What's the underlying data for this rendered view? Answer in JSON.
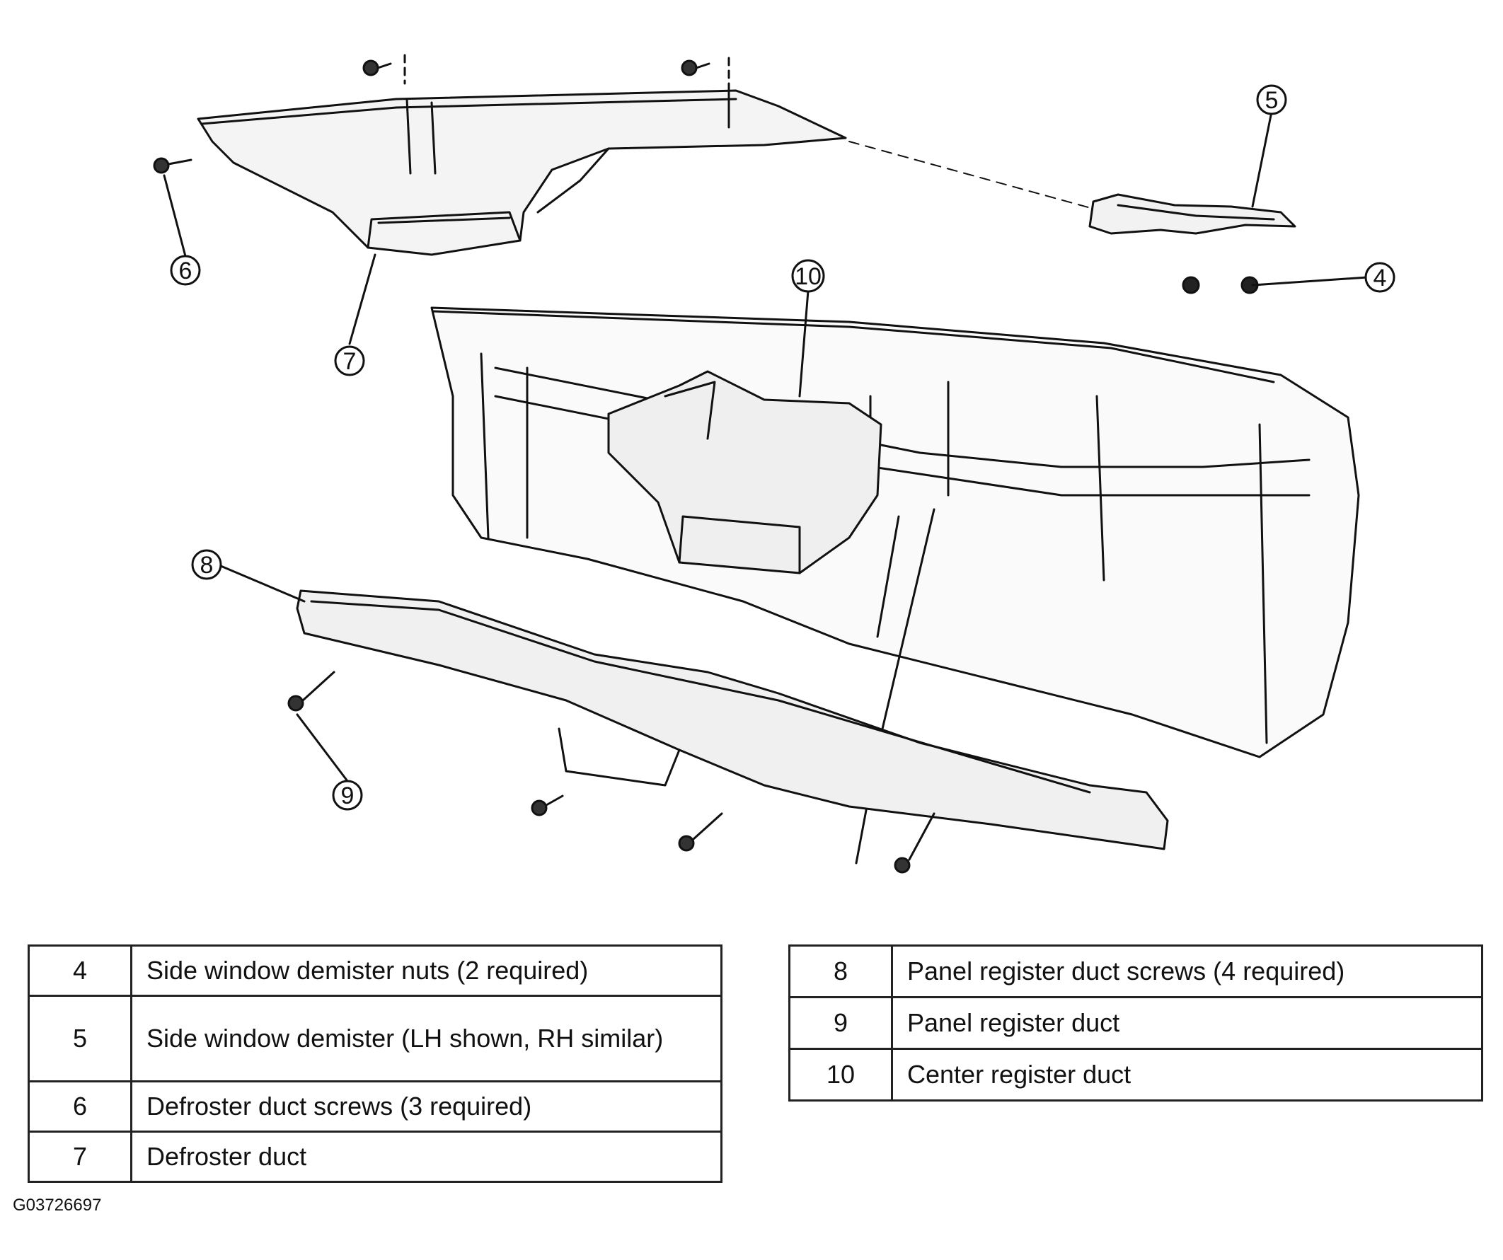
{
  "callouts": {
    "c4": "4",
    "c5": "5",
    "c6": "6",
    "c7": "7",
    "c8": "8",
    "c9": "9",
    "c10": "10"
  },
  "legend_left": [
    {
      "num": "4",
      "text": "Side window demister nuts (2 required)"
    },
    {
      "num": "5",
      "text": "Side window demister (LH shown, RH similar)"
    },
    {
      "num": "6",
      "text": "Defroster duct screws (3 required)"
    },
    {
      "num": "7",
      "text": "Defroster duct"
    }
  ],
  "legend_right": [
    {
      "num": "8",
      "text": "Panel register duct screws (4 required)"
    },
    {
      "num": "9",
      "text": "Panel register duct"
    },
    {
      "num": "10",
      "text": "Center register duct"
    }
  ],
  "figure_id": "G03726697"
}
